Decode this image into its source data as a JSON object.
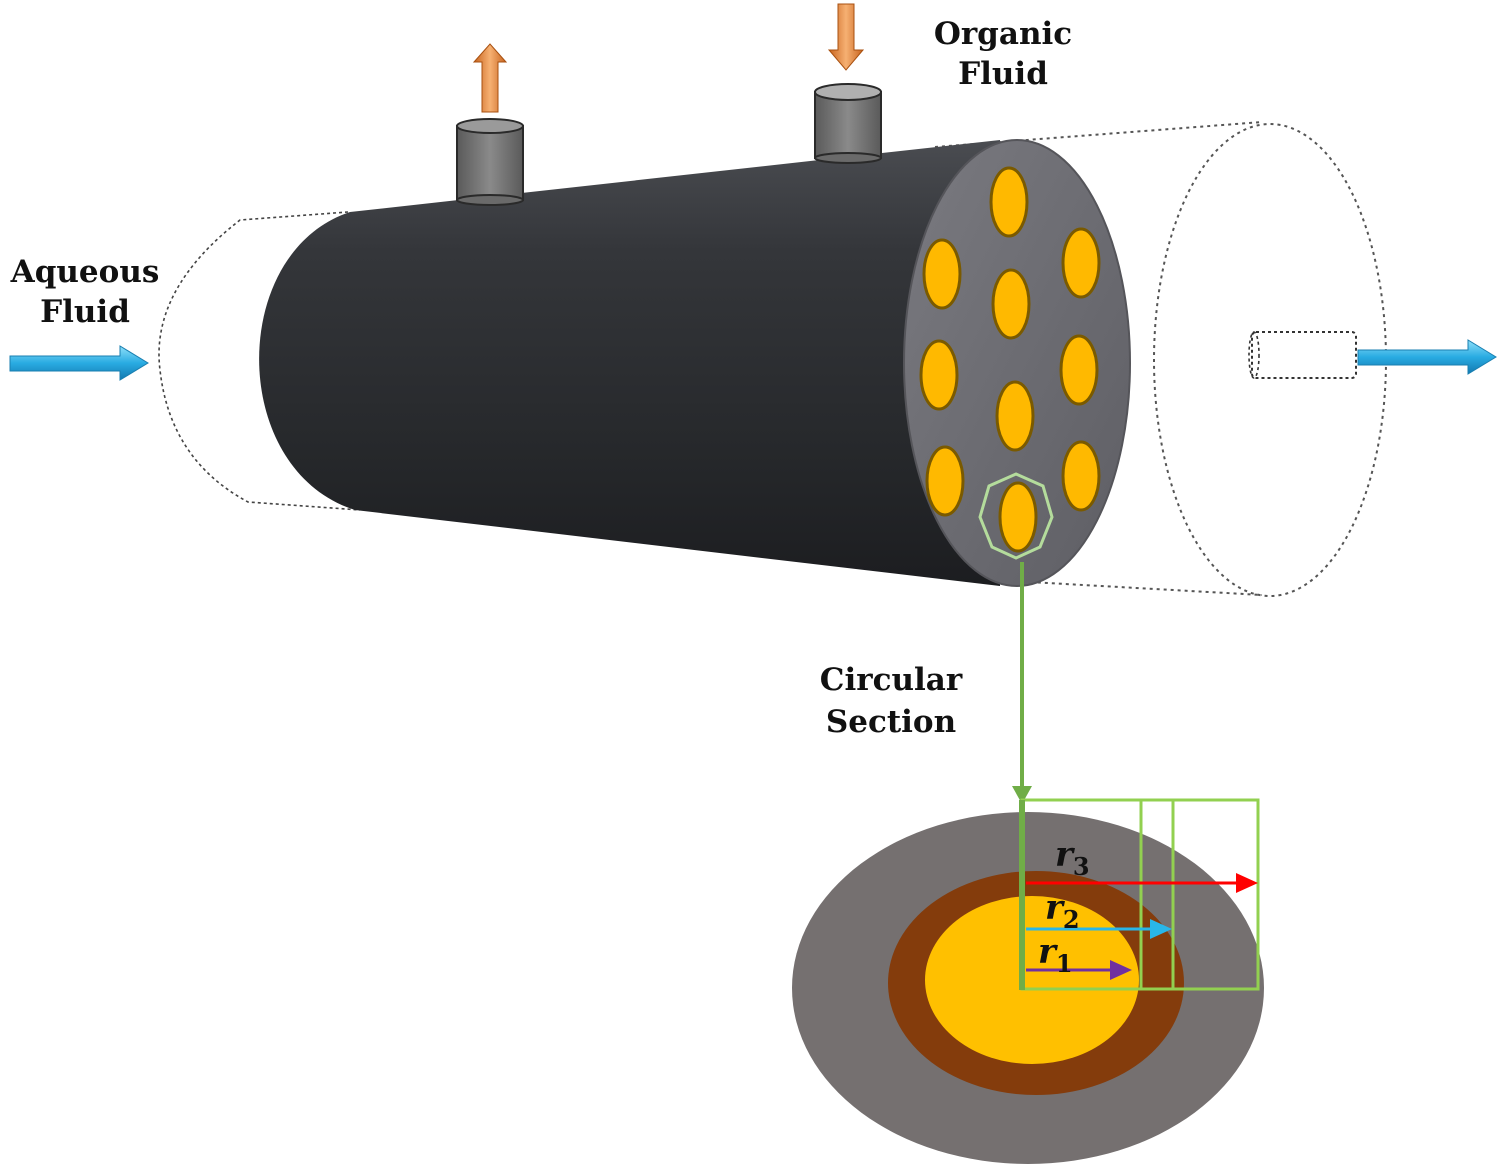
{
  "labels": {
    "aqueous_line1": "Aqueous",
    "aqueous_line2": "Fluid",
    "organic_line1": "Organic",
    "organic_line2": "Fluid",
    "section_line1": "Circular",
    "section_line2": "Section"
  },
  "radii": [
    {
      "symbol": "r",
      "sub": "1"
    },
    {
      "symbol": "r",
      "sub": "2"
    },
    {
      "symbol": "r",
      "sub": "3"
    }
  ],
  "colors": {
    "aqueous_arrow": "#29abe2",
    "organic_arrow": "#e88a3a",
    "cylinder_body": "#2e3034",
    "end_face": "#6b6b70",
    "fiber": "#ffb900",
    "fiber_outline": "#7a5a00",
    "green_highlight": "#76b843",
    "shell_outer": "#757070",
    "membrane_ring": "#843c0c",
    "lumen": "#ffc000",
    "r1_arrow": "#7030a0",
    "r2_arrow": "#29b6e8",
    "r3_arrow": "#ff0000"
  }
}
